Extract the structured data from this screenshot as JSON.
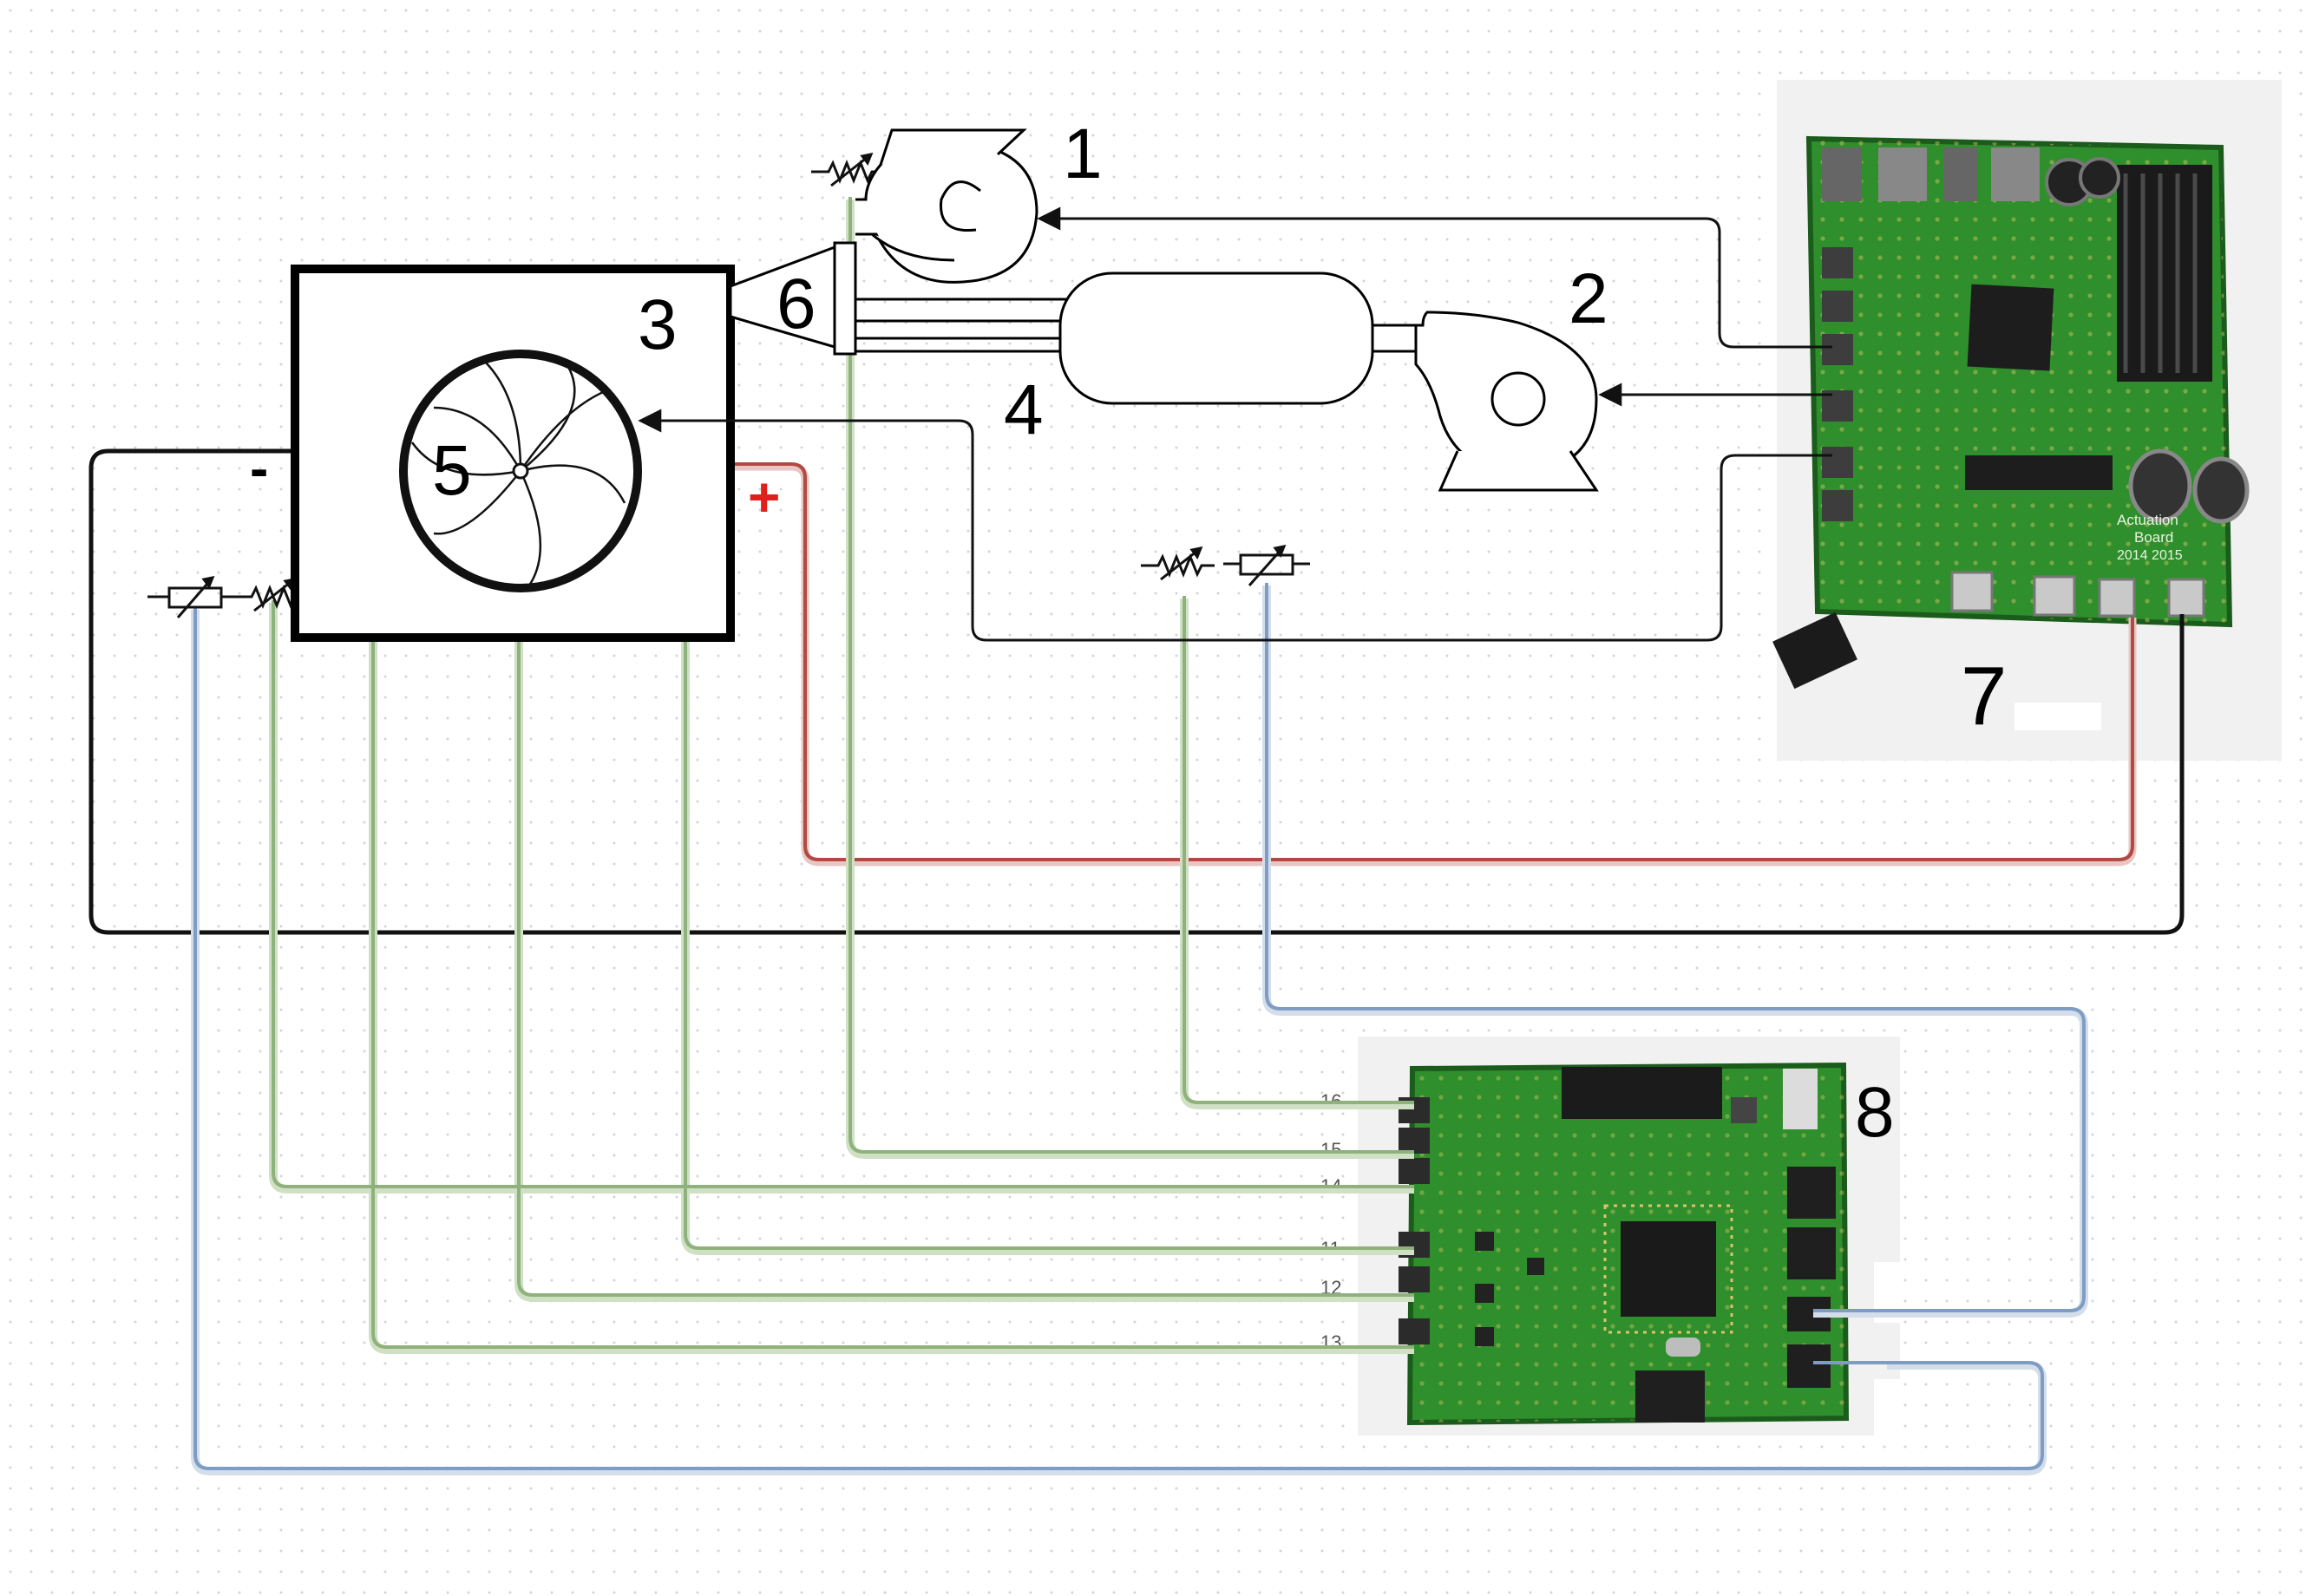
{
  "labels": {
    "n1": "1",
    "n2": "2",
    "n3": "3",
    "n4": "4",
    "n5": "5",
    "n6": "6",
    "n7": "7",
    "n8": "8",
    "minus": "-",
    "plus": "+"
  },
  "board7": {
    "silk": [
      "Actuation",
      "Board",
      "2014 2015"
    ]
  },
  "board8": {
    "pins": [
      "16",
      "15",
      "14",
      "11",
      "12",
      "13"
    ]
  },
  "colors": {
    "wire_black": "#111111",
    "wire_green": "#8fb27c",
    "wire_green_shadow": "#cfe0c4",
    "wire_blue": "#7f9dc4",
    "wire_red": "#b24a43",
    "plus_red": "#e0201a",
    "pcb_green": "#2f8f2c",
    "pcb_dark": "#1f6e20"
  }
}
